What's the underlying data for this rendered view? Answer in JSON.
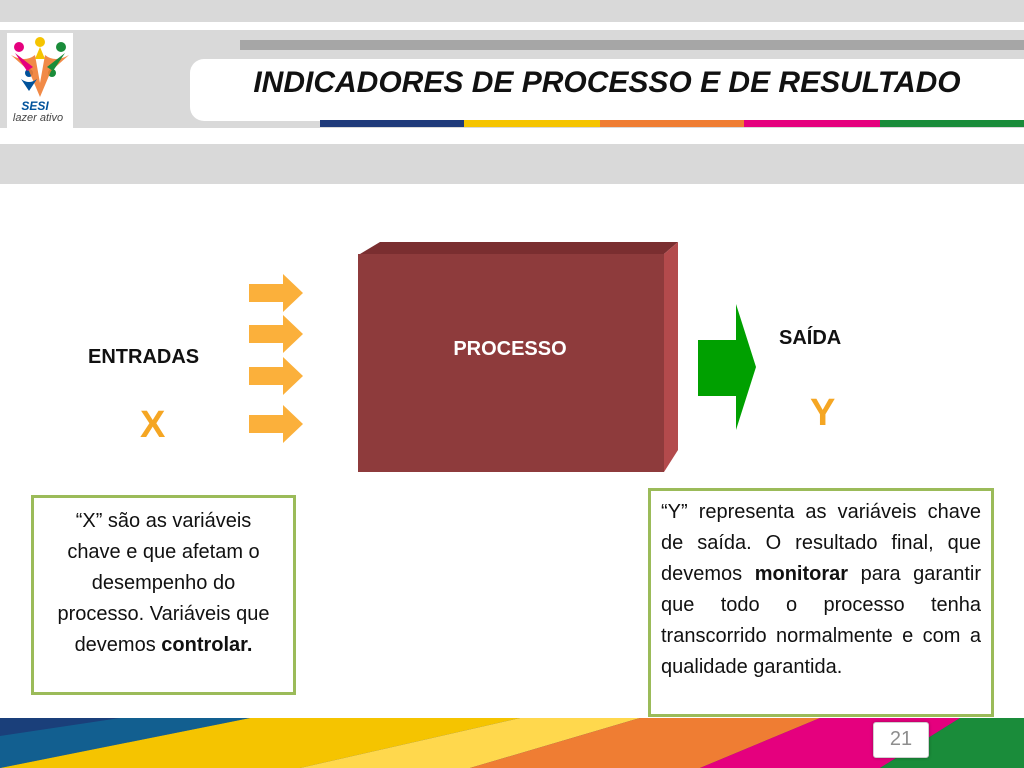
{
  "header": {
    "logo_brand": "SESI",
    "logo_tagline": "lazer ativo",
    "title": "INDICADORES DE PROCESSO E DE RESULTADO",
    "strip_colors": [
      "#1f3a7a",
      "#f5c400",
      "#ef7d33",
      "#e5007e",
      "#1a8c3a"
    ]
  },
  "diagram": {
    "inputs_label": "ENTRADAS",
    "inputs_symbol": "X",
    "process_label": "PROCESSO",
    "output_label": "SAÍDA",
    "output_symbol": "Y",
    "colors": {
      "process_box": "#8e3b3c",
      "input_arrows": "#fbb03b",
      "output_arrow": "#00a000",
      "symbols": "#f5a623",
      "note_border": "#9bbb59"
    }
  },
  "notes": {
    "x_text": "“X” são as variáveis chave e que afetam o desempenho do processo. Variáveis que devemos",
    "x_bold": "controlar.",
    "y_text_1": " “Y” representa as variáveis chave de saída. O resultado final, que devemos",
    "y_bold": "monitorar",
    "y_text_2": "para garantir que todo o processo tenha transcorrido normalmente e com a qualidade garantida."
  },
  "footer": {
    "page_number": "21"
  }
}
